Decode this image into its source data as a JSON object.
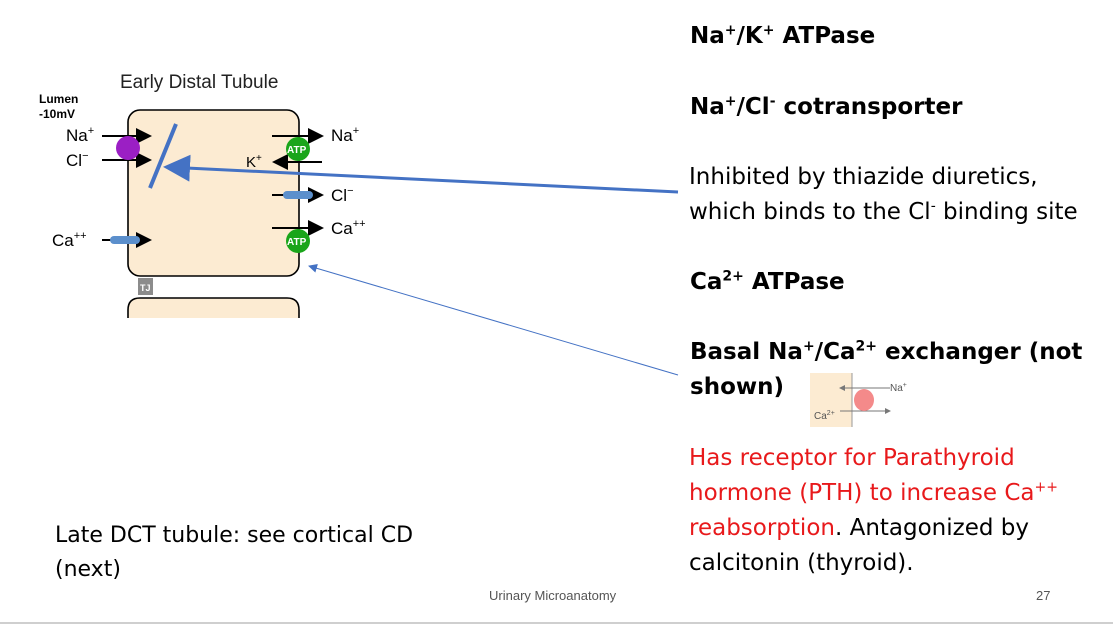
{
  "diagram": {
    "title": "Early Distal Tubule",
    "lumen_label": "Lumen",
    "lumen_voltage": "-10mV",
    "tj_label": "TJ",
    "atp_label": "ATP",
    "ions": {
      "na": "Na",
      "cl": "Cl",
      "k": "K",
      "ca": "Ca",
      "plus": "+",
      "minus": "−",
      "plusplus": "++"
    },
    "inset": {
      "na": "Na",
      "na_sup": "+",
      "ca": "Ca",
      "ca_sup": "2+"
    }
  },
  "right_text": {
    "l1_a": "Na",
    "l1_sup1": "+",
    "l1_b": "/K",
    "l1_sup2": "+",
    "l1_c": " ATPase",
    "l2_a": "Na",
    "l2_sup1": "+",
    "l2_b": "/Cl",
    "l2_sup2": "-",
    "l2_c": " cotransporter",
    "l3": "Inhibited by thiazide diuretics,",
    "l4_a": "which binds to the Cl",
    "l4_sup": "-",
    "l4_b": " binding site",
    "l5_a": "Ca",
    "l5_sup": "2+",
    "l5_b": " ATPase",
    "l6_a": "Basal Na",
    "l6_sup1": "+",
    "l6_b": "/Ca",
    "l6_sup2": "2+",
    "l6_c": " exchanger (not",
    "l7": "shown)",
    "red1": "Has receptor for Parathyroid",
    "red2_a": "hormone (PTH) to increase Ca",
    "red2_sup": "++",
    "red3": "reabsorption",
    "black3": ". Antagonized by",
    "l_last": "calcitonin (thyroid)."
  },
  "late_dct": {
    "line1": "Late DCT tubule: see cortical CD",
    "line2": "(next)"
  },
  "footer": {
    "center": "Urinary Microanatomy",
    "page": "27"
  },
  "colors": {
    "cell_fill": "#fcebd2",
    "purple": "#9b1fc4",
    "green": "#1aa51a",
    "channel_blue": "#5b8fcc",
    "arrow_blue": "#4472c4",
    "tj_gray": "#8c8c8c",
    "nephron_tan": "#ecd9a9",
    "nephron_blue": "#4a90d0",
    "glomerulus_red": "#d42323",
    "red_text": "#e8191b"
  }
}
